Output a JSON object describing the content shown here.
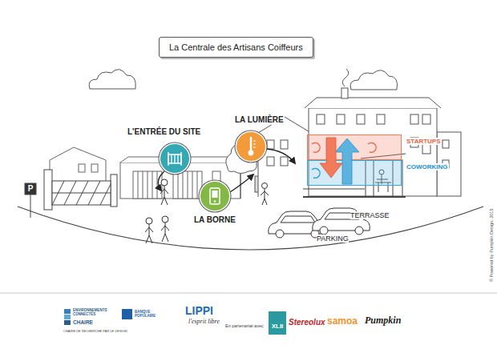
{
  "diagram": {
    "title": "La Centrale des Artisans Coiffeurs",
    "nodes": [
      {
        "text": [
          "L'ENTRÉE DU SITE"
        ]
      },
      {
        "text": [
          "LA LUMIÈRE"
        ]
      },
      {
        "text": [
          "STARTUPS"
        ]
      },
      {
        "text": [
          "COWORKING"
        ]
      },
      {
        "text": [
          "LA BORNE"
        ]
      }
    ],
    "labels": [
      "P",
      "TERRASSE",
      "PARKING",
      "© Powered by Pumpkin Design, 2015",
      "ENVIRONNEMENTS CONNECTÉS",
      "CHAIRE",
      "CHAIRE DE RECHERCHE PAR LE DESIGN",
      "BANQUE POPULAIRE",
      "LIPPI",
      "l'esprit libre",
      "En partenariat avec",
      "XLII",
      "Stereolux",
      "samoa",
      "Pumpkin"
    ]
  }
}
